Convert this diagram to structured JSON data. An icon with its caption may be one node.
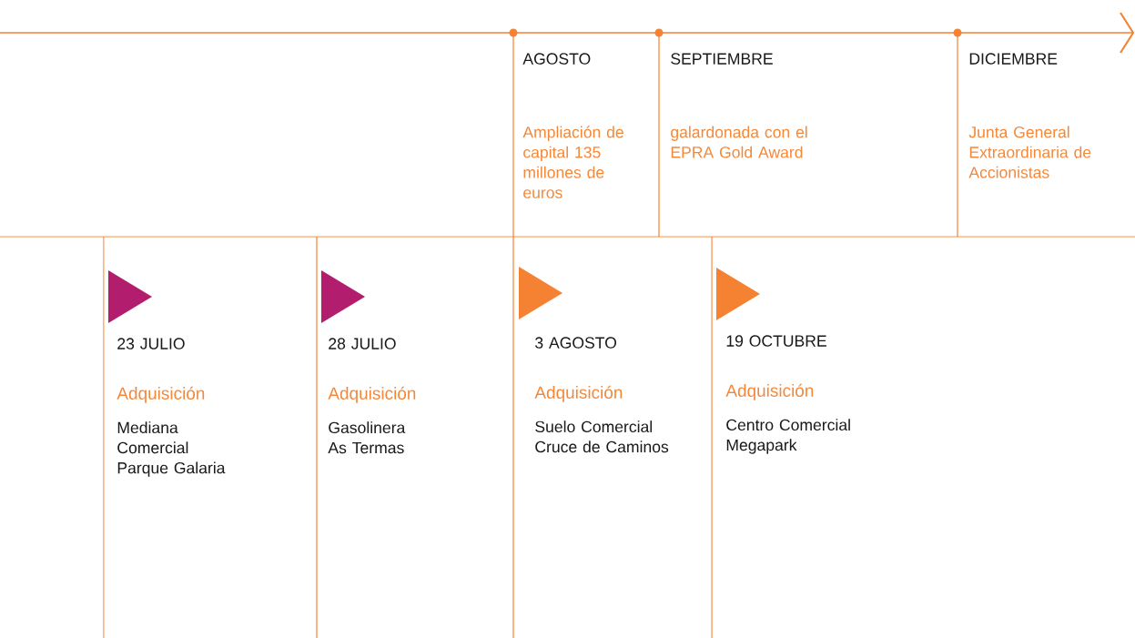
{
  "diagram": {
    "nodes": [
      {
        "text": [
          "AGOSTO",
          "Ampliación de capital 135 millones de euros"
        ]
      },
      {
        "text": [
          "SEPTIEMBRE",
          "galardonada con el EPRA Gold Award"
        ]
      },
      {
        "text": [
          "DICIEMBRE",
          "Junta General Extraordinaria de Accionistas"
        ]
      },
      {
        "text": [
          "23 JULIO",
          "Adquisición",
          "Mediana Comercial Parque Galaria"
        ]
      },
      {
        "text": [
          "28 JULIO",
          "Adquisición",
          "Gasolinera As Termas"
        ]
      },
      {
        "text": [
          "3 AGOSTO",
          "Adquisición",
          "Suelo Comercial Cruce de Caminos"
        ]
      },
      {
        "text": [
          "19 OCTUBRE",
          "Adquisición",
          "Centro Comercial Megapark"
        ]
      }
    ]
  }
}
